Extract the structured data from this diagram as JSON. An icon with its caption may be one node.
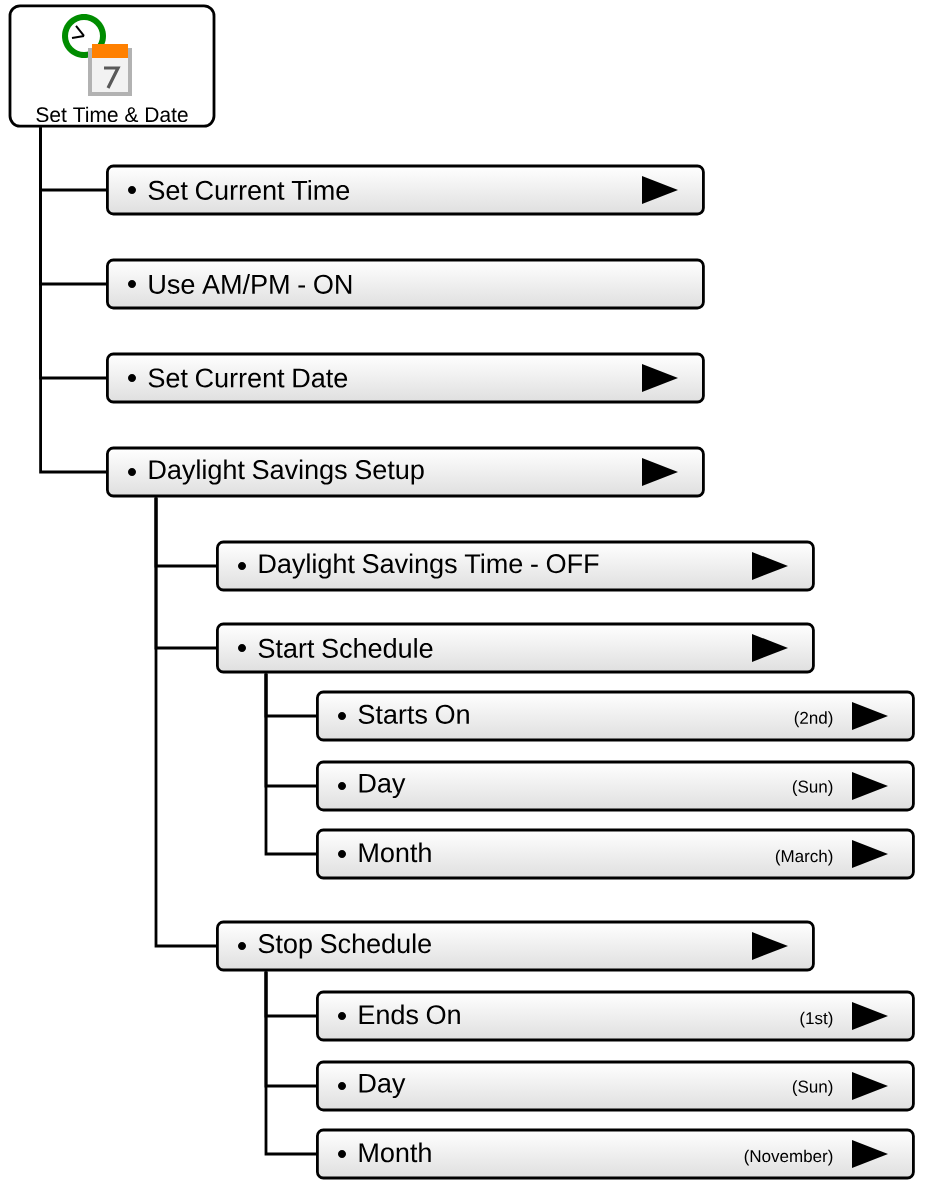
{
  "diagram": {
    "nodes": [
      {
        "text": [
          "Set Time & Date"
        ]
      },
      {
        "text": [
          "Set Current Time"
        ]
      },
      {
        "text": [
          "Use AM/PM - ON"
        ]
      },
      {
        "text": [
          "Set Current Date"
        ]
      },
      {
        "text": [
          "Daylight Savings Setup"
        ]
      },
      {
        "text": [
          "Daylight Savings Time - OFF"
        ]
      },
      {
        "text": [
          "Start Schedule"
        ]
      },
      {
        "text": [
          "Starts On",
          "(2nd)"
        ]
      },
      {
        "text": [
          "Day",
          "(Sun)"
        ]
      },
      {
        "text": [
          "Month",
          "(March)"
        ]
      },
      {
        "text": [
          "Stop Schedule"
        ]
      },
      {
        "text": [
          "Ends On",
          "(1st)"
        ]
      },
      {
        "text": [
          "Day",
          "(Sun)"
        ]
      },
      {
        "text": [
          "Month",
          "(November)"
        ]
      }
    ],
    "edges": [
      {
        "from": 0,
        "to": 1,
        "arrow": "none"
      },
      {
        "from": 0,
        "to": 2,
        "arrow": "none"
      },
      {
        "from": 0,
        "to": 3,
        "arrow": "none"
      },
      {
        "from": 0,
        "to": 4,
        "arrow": "none"
      },
      {
        "from": 4,
        "to": 5,
        "arrow": "none"
      },
      {
        "from": 4,
        "to": 6,
        "arrow": "none"
      },
      {
        "from": 4,
        "to": 10,
        "arrow": "none"
      },
      {
        "from": 6,
        "to": 7,
        "arrow": "none"
      },
      {
        "from": 6,
        "to": 8,
        "arrow": "none"
      },
      {
        "from": 6,
        "to": 9,
        "arrow": "none"
      },
      {
        "from": 10,
        "to": 11,
        "arrow": "none"
      },
      {
        "from": 10,
        "to": 12,
        "arrow": "none"
      },
      {
        "from": 10,
        "to": 13,
        "arrow": "none"
      }
    ]
  }
}
